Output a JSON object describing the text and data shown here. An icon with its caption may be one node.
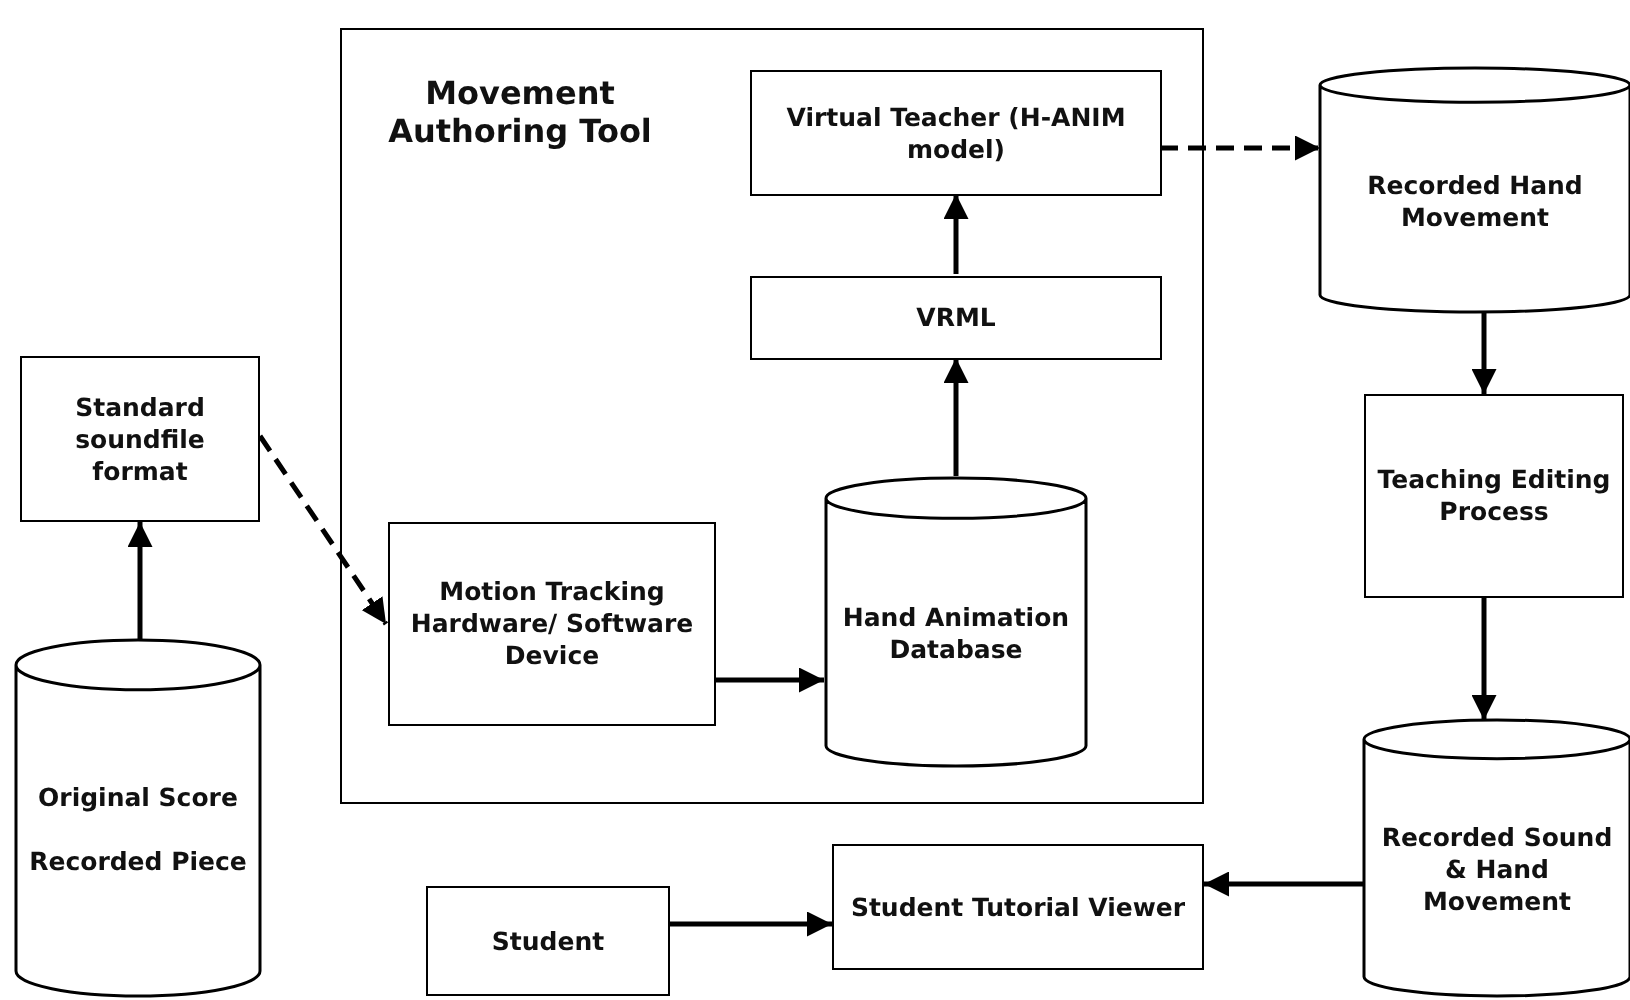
{
  "diagram": {
    "nodes": [
      {
        "text": [
          "Movement Authoring Tool"
        ]
      },
      {
        "text": [
          "Virtual Teacher (H-ANIM model)"
        ],
        "in": 0
      },
      {
        "text": [
          "VRML"
        ],
        "in": 0
      },
      {
        "text": [
          "Motion Tracking Hardware/ Software Device"
        ],
        "in": 0
      },
      {
        "text": [
          "Hand Animation Database"
        ],
        "in": 0
      },
      {
        "text": [
          "Standard soundfile format"
        ]
      },
      {
        "text": [
          "Original Score",
          "Recorded Piece"
        ]
      },
      {
        "text": [
          "Recorded Hand Movement"
        ]
      },
      {
        "text": [
          "Teaching Editing Process"
        ]
      },
      {
        "text": [
          "Recorded Sound & Hand Movement"
        ]
      },
      {
        "text": [
          "Student Tutorial Viewer"
        ]
      },
      {
        "text": [
          "Student"
        ]
      }
    ],
    "edges": [
      {
        "from": 6,
        "to": 5,
        "arrow": "to"
      },
      {
        "from": 5,
        "to": 3,
        "arrow": "to",
        "style": "dashed"
      },
      {
        "from": 3,
        "to": 4,
        "arrow": "to"
      },
      {
        "from": 4,
        "to": 2,
        "arrow": "to"
      },
      {
        "from": 2,
        "to": 1,
        "arrow": "to"
      },
      {
        "from": 1,
        "to": 7,
        "arrow": "to",
        "style": "dashed"
      },
      {
        "from": 7,
        "to": 8,
        "arrow": "to"
      },
      {
        "from": 8,
        "to": 9,
        "arrow": "to"
      },
      {
        "from": 9,
        "to": 10,
        "arrow": "to"
      },
      {
        "from": 11,
        "to": 10,
        "arrow": "to"
      }
    ]
  }
}
